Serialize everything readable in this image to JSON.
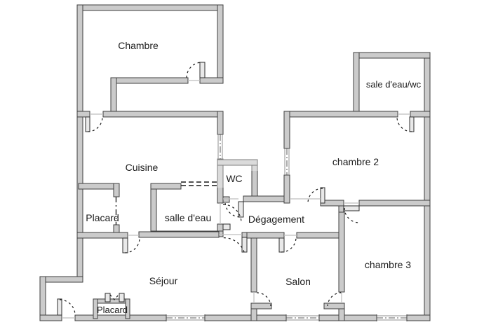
{
  "plan": {
    "type": "apartment-floor-plan",
    "rooms": [
      {
        "id": "chambre",
        "label": "Chambre"
      },
      {
        "id": "sale_deau_wc",
        "label": "sale d'eau/wc"
      },
      {
        "id": "cuisine",
        "label": "Cuisine"
      },
      {
        "id": "chambre_2",
        "label": "chambre 2"
      },
      {
        "id": "wc",
        "label": "WC"
      },
      {
        "id": "placard",
        "label": "Placard"
      },
      {
        "id": "salle_deau",
        "label": "salle d'eau"
      },
      {
        "id": "degagement",
        "label": "Dégagement"
      },
      {
        "id": "chambre_3",
        "label": "chambre 3"
      },
      {
        "id": "sejour",
        "label": "Séjour"
      },
      {
        "id": "salon",
        "label": "Salon"
      },
      {
        "id": "placard_2",
        "label": "Placard"
      }
    ],
    "colors": {
      "background": "#ffffff",
      "wall_fill": "#cbcbcb",
      "wall_stroke": "#3f3f3f",
      "label_text": "#1c1c1c",
      "door_line": "#1a1a1a"
    }
  }
}
